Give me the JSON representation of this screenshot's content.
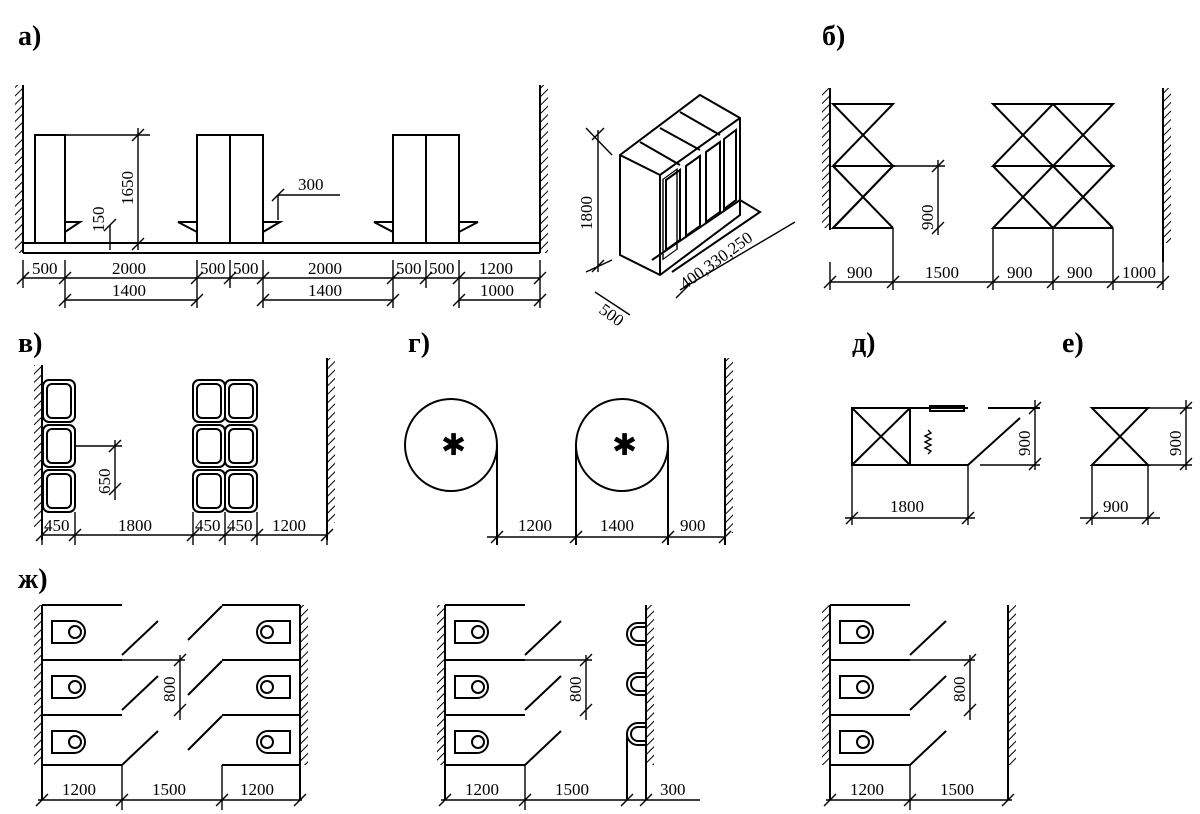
{
  "panels": {
    "a": {
      "label": "а)",
      "dims": [
        "500",
        "2000",
        "500",
        "500",
        "2000",
        "500",
        "500",
        "1200",
        "1400",
        "1400",
        "1000",
        "1650",
        "150",
        "300"
      ]
    },
    "a_iso": {
      "dims": [
        "1800",
        "400,330,250",
        "500"
      ]
    },
    "b": {
      "label": "б)",
      "dims": [
        "900",
        "1500",
        "900",
        "900",
        "1000",
        "900"
      ]
    },
    "v": {
      "label": "в)",
      "dims": [
        "450",
        "1800",
        "450",
        "450",
        "1200",
        "650"
      ]
    },
    "g": {
      "label": "г)",
      "dims": [
        "1200",
        "1400",
        "900"
      ]
    },
    "d": {
      "label": "д)",
      "dims": [
        "1800",
        "900"
      ]
    },
    "e": {
      "label": "е)",
      "dims": [
        "900",
        "900"
      ]
    },
    "zh": {
      "label": "ж)",
      "p1": [
        "1200",
        "1500",
        "1200",
        "800"
      ],
      "p2": [
        "1200",
        "1500",
        "300",
        "800"
      ],
      "p3": [
        "1200",
        "1500",
        "800"
      ]
    }
  }
}
